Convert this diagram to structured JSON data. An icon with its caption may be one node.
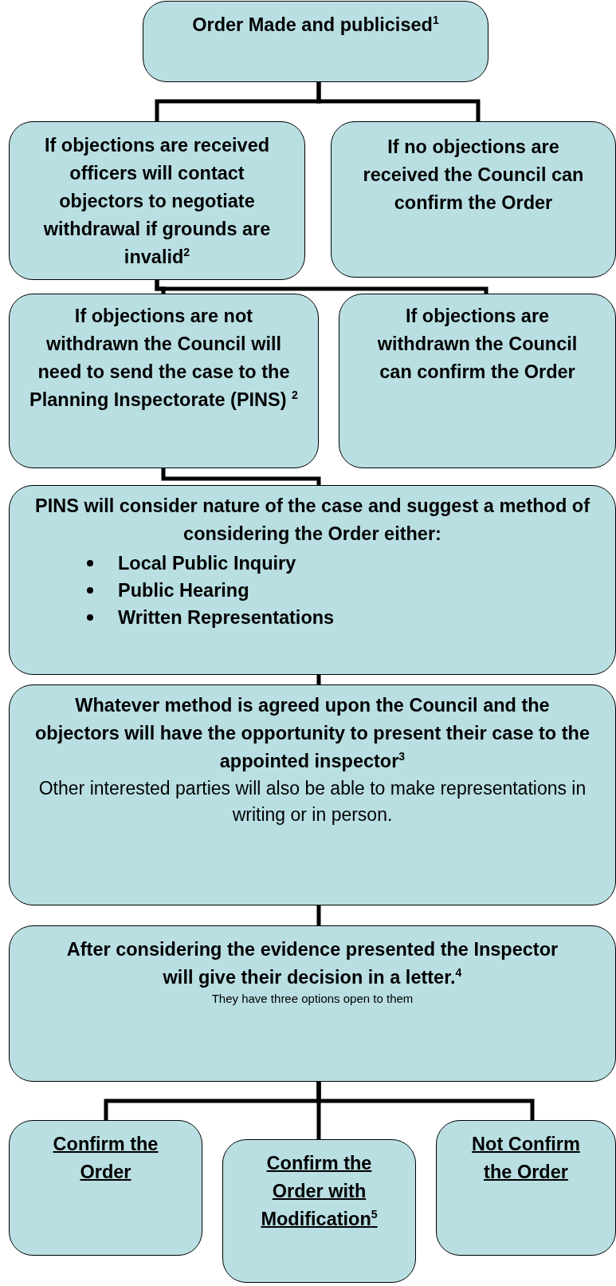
{
  "diagram": {
    "nodes": [
      {
        "text": [
          "Order Made and publicised$^{1}$"
        ]
      },
      {
        "text": [
          "If objections are received officers will contact objectors to negotiate withdrawal if grounds are invalid$^{2}$"
        ]
      },
      {
        "text": [
          "If no objections are received the Council can confirm the Order"
        ]
      },
      {
        "text": [
          "If objections are not withdrawn the Council will need to send the case to the Planning Inspectorate (PINS) $^{2}$"
        ]
      },
      {
        "text": [
          "If objections are withdrawn the Council can confirm the Order"
        ]
      },
      {
        "text": [
          "PINS will consider nature of the case and suggest a method of considering the Order either:",
          "Local Public Inquiry",
          "Public Hearing",
          "Written Representations"
        ]
      },
      {
        "text": [
          "Whatever method is agreed upon the Council and the objectors will have the opportunity to present their case to the appointed inspector$^{3}$",
          "Other interested parties will also be able to make representations in writing or in person."
        ]
      },
      {
        "text": [
          "After considering the evidence presented the Inspector will give their decision in a letter.$^{4}$",
          "They have three options open to them"
        ]
      },
      {
        "text": [
          "Confirm the Order"
        ]
      },
      {
        "text": [
          "Confirm the Order with Modification$^{5}$"
        ]
      },
      {
        "text": [
          "Not Confirm the Order"
        ]
      }
    ],
    "edges": [
      {
        "from": 0,
        "to": 1,
        "arrow": "none"
      },
      {
        "from": 0,
        "to": 2,
        "arrow": "none"
      },
      {
        "from": 1,
        "to": 3,
        "arrow": "none"
      },
      {
        "from": 1,
        "to": 4,
        "arrow": "none"
      },
      {
        "from": 3,
        "to": 5,
        "arrow": "none"
      },
      {
        "from": 5,
        "to": 6,
        "arrow": "none"
      },
      {
        "from": 6,
        "to": 7,
        "arrow": "none"
      },
      {
        "from": 7,
        "to": 8,
        "arrow": "none"
      },
      {
        "from": 7,
        "to": 9,
        "arrow": "none"
      },
      {
        "from": 7,
        "to": 10,
        "arrow": "none"
      }
    ]
  }
}
